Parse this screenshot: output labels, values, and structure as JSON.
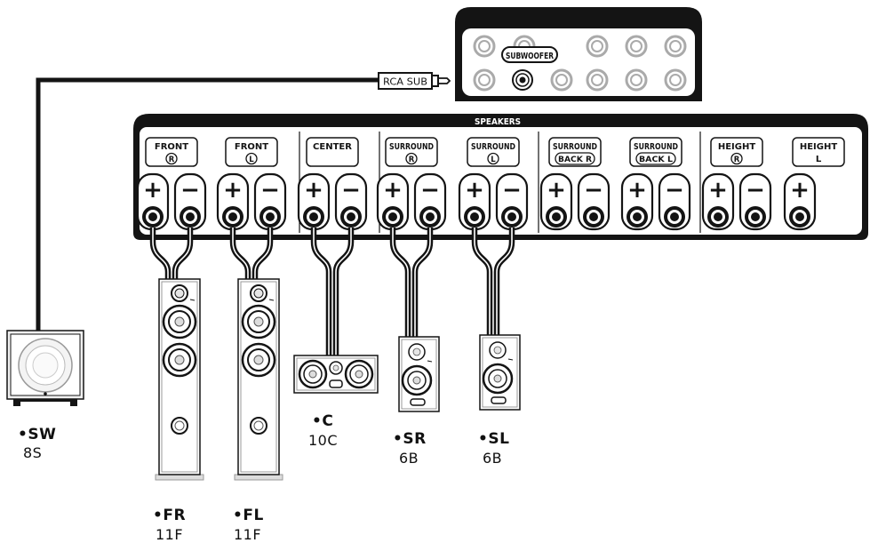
{
  "colors": {
    "ink": "#141414",
    "panel": "#ffffff",
    "cable": "#141414",
    "cable_core": "#ffffff",
    "speaker_fill": "#f2f2f2"
  },
  "receiver": {
    "sub_jack_label": "SUBWOOFER",
    "speakers_bar_label": "SPEAKERS",
    "groups": [
      {
        "id": "front-r",
        "line1": "FRONT",
        "line2": "R",
        "line2_style": "circled",
        "terminals": [
          "+",
          "−"
        ]
      },
      {
        "id": "front-l",
        "line1": "FRONT",
        "line2": "L",
        "line2_style": "circled",
        "terminals": [
          "+",
          "−"
        ]
      },
      {
        "id": "center",
        "line1": "CENTER",
        "line2": "",
        "line2_style": "none",
        "terminals": [
          "+",
          "−"
        ]
      },
      {
        "id": "surround-r",
        "line1": "SURROUND",
        "line2": "R",
        "line2_style": "circled",
        "terminals": [
          "+",
          "−"
        ]
      },
      {
        "id": "surround-l",
        "line1": "SURROUND",
        "line2": "L",
        "line2_style": "circled",
        "terminals": [
          "+",
          "−"
        ]
      },
      {
        "id": "surround-back-r",
        "line1": "SURROUND",
        "line2": "BACK R",
        "line2_style": "boxed",
        "terminals": [
          "+",
          "−"
        ]
      },
      {
        "id": "surround-back-l",
        "line1": "SURROUND",
        "line2": "BACK L",
        "line2_style": "boxed",
        "terminals": [
          "+",
          "−"
        ]
      },
      {
        "id": "height-r",
        "line1": "HEIGHT",
        "line2": "R",
        "line2_style": "circled",
        "terminals": [
          "+",
          "−"
        ]
      },
      {
        "id": "height-l",
        "line1": "HEIGHT",
        "line2": "L",
        "line2_style": "plain",
        "terminals": [
          "+"
        ]
      }
    ]
  },
  "cable_label": "RCA SUB",
  "speakers": [
    {
      "id": "sw",
      "code": "•SW",
      "model": "8S"
    },
    {
      "id": "fr",
      "code": "•FR",
      "model": "11F"
    },
    {
      "id": "fl",
      "code": "•FL",
      "model": "11F"
    },
    {
      "id": "c",
      "code": "•C",
      "model": "10C"
    },
    {
      "id": "sr",
      "code": "•SR",
      "model": "6B"
    },
    {
      "id": "sl",
      "code": "•SL",
      "model": "6B"
    }
  ]
}
